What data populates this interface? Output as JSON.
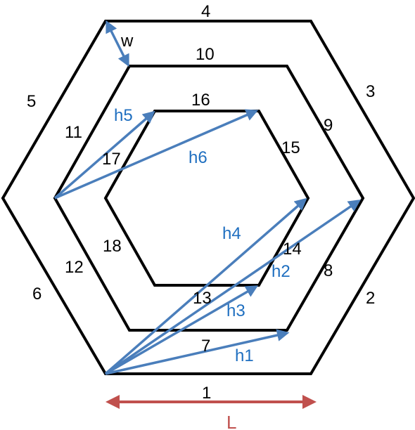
{
  "colors": {
    "outline": "#000000",
    "vector": "#4a7ebb",
    "vector_label": "#1f6fc0",
    "length_marker": "#c0504d"
  },
  "edges": {
    "e1": "1",
    "e2": "2",
    "e3": "3",
    "e4": "4",
    "e5": "5",
    "e6": "6",
    "e7": "7",
    "e8": "8",
    "e9": "9",
    "e10": "10",
    "e11": "11",
    "e12": "12",
    "e13": "13",
    "e14": "14",
    "e15": "15",
    "e16": "16",
    "e17": "17",
    "e18": "18"
  },
  "vectors": {
    "h1": "h1",
    "h2": "h2",
    "h3": "h3",
    "h4": "h4",
    "h5": "h5",
    "h6": "h6",
    "w": "w"
  },
  "length_marker": {
    "label": "L"
  }
}
